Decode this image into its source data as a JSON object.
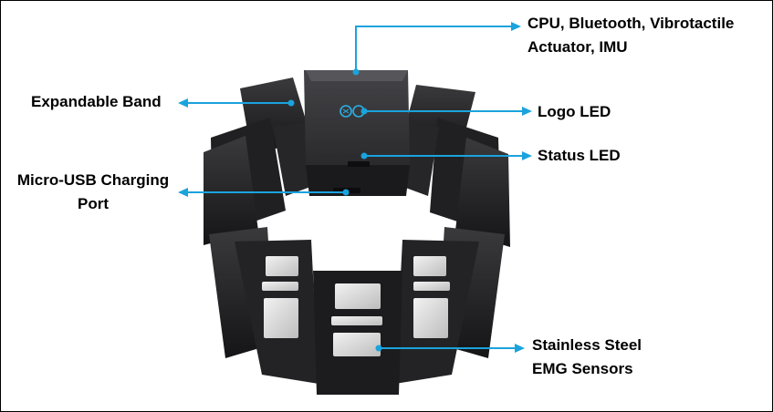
{
  "labels": {
    "cpu": [
      "CPU, Bluetooth, Vibrotactile",
      "Actuator, IMU"
    ],
    "band": [
      "Expandable Band"
    ],
    "logo_led": [
      "Logo LED"
    ],
    "status_led": [
      "Status LED"
    ],
    "usb": [
      "Micro-USB Charging",
      "Port"
    ],
    "emg": [
      "Stainless Steel",
      "EMG Sensors"
    ]
  },
  "colors": {
    "leader": "#1aa3dd",
    "device_dark": "#1c1c1e",
    "device_mid": "#2c2c2f",
    "sensor_plate": "#dadada"
  }
}
